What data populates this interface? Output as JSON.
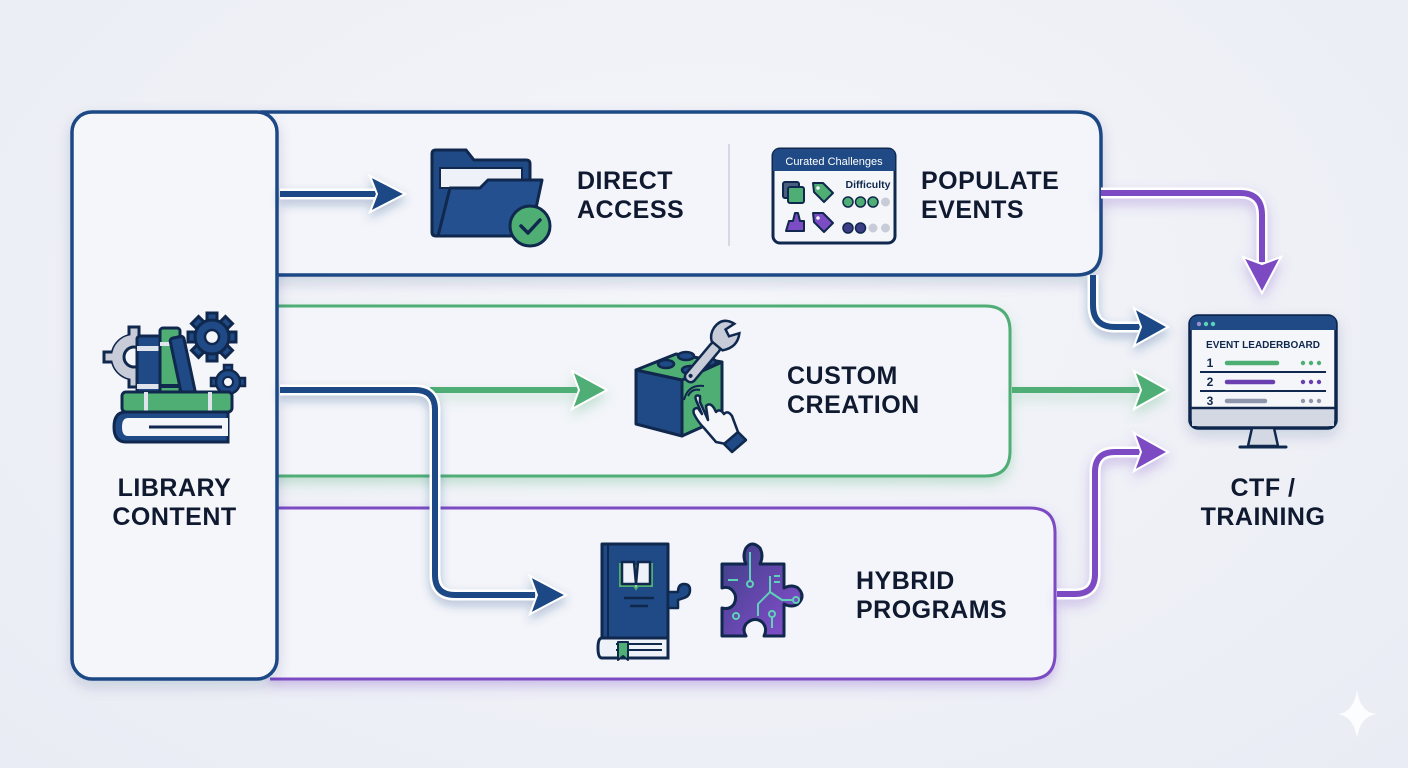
{
  "diagram": {
    "source": {
      "name": "library-content",
      "label_lines": [
        "LIBRARY",
        "CONTENT"
      ],
      "icon": "books-gears-icon"
    },
    "paths": [
      {
        "id": "direct-access",
        "label_lines": [
          "DIRECT",
          "ACCESS"
        ],
        "icon": "folder-check-icon",
        "color": "#1f4a85"
      },
      {
        "id": "populate-events",
        "label_lines": [
          "POPULATE",
          "EVENTS"
        ],
        "icon": "curated-challenges-card-icon",
        "color": "#7b4cc4",
        "card": {
          "title": "Curated Challenges",
          "difficulty_label": "Difficulty",
          "rows": [
            {
              "filled": 3,
              "total": 4,
              "color": "#4fae74"
            },
            {
              "filled": 2,
              "total": 4,
              "color": "#3c3f86"
            }
          ]
        }
      },
      {
        "id": "custom-creation",
        "label_lines": [
          "CUSTOM",
          "CREATION"
        ],
        "icon": "building-block-wrench-hand-icon",
        "color": "#4fae74"
      },
      {
        "id": "hybrid-programs",
        "label_lines": [
          "HYBRID",
          "PROGRAMS"
        ],
        "icon": "book-puzzle-circuit-icon",
        "color": "#7b4cc4"
      }
    ],
    "target": {
      "name": "ctf-training",
      "label_lines": [
        "CTF /",
        "TRAINING"
      ],
      "icon": "monitor-leaderboard-icon",
      "leaderboard": {
        "title": "EVENT LEADERBOARD",
        "rows": [
          {
            "rank": "1",
            "color": "#4fae74"
          },
          {
            "rank": "2",
            "color": "#6a3fb0"
          },
          {
            "rank": "3",
            "color": "#8e96ab"
          }
        ]
      }
    },
    "colors": {
      "navy": "#1f4a85",
      "navy_dark": "#10284d",
      "green": "#4fae74",
      "purple": "#7b4cc4",
      "gray": "#c7ccd8"
    }
  }
}
